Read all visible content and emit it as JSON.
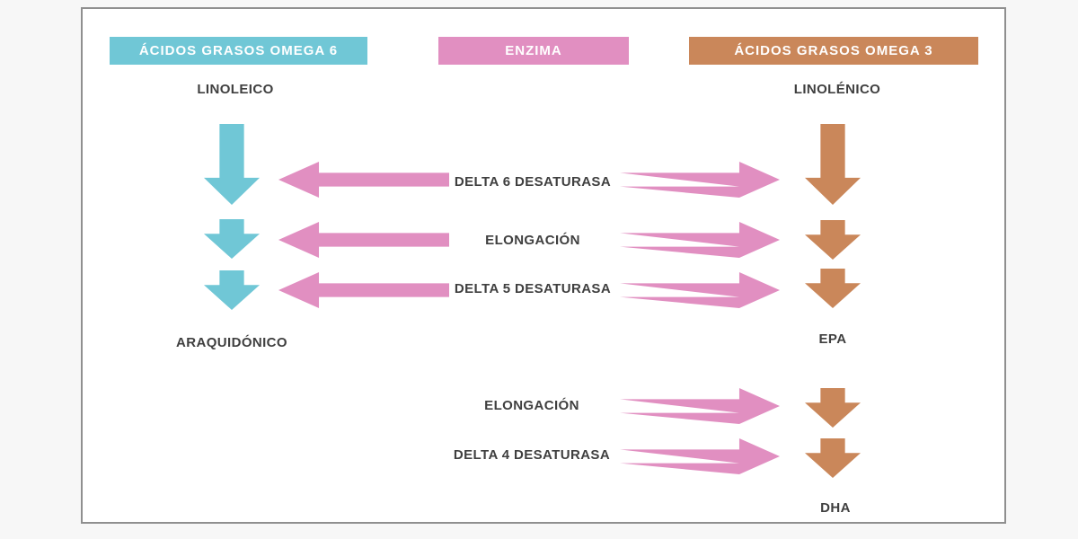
{
  "colors": {
    "omega6": "#70c7d6",
    "enzyme": "#e18fc1",
    "omega3": "#ca875a",
    "text": "#3f3f3f",
    "frame_border": "#8f8f8f",
    "page_bg": "#f7f7f7"
  },
  "headers": {
    "omega6": "ÁCIDOS GRASOS OMEGA 6",
    "enzyme": "ENZIMA",
    "omega3": "ÁCIDOS GRASOS OMEGA 3"
  },
  "omega6_pathway": {
    "start": "LINOLEICO",
    "end": "ARAQUIDÓNICO"
  },
  "omega3_pathway": {
    "start": "LINOLÉNICO",
    "middle": "EPA",
    "end": "DHA"
  },
  "enzyme_rows": [
    {
      "label": "DELTA 6 DESATURASA"
    },
    {
      "label": "ELONGACIÓN"
    },
    {
      "label": "DELTA 5 DESATURASA"
    },
    {
      "label": "ELONGACIÓN"
    },
    {
      "label": "DELTA 4 DESATURASA"
    }
  ]
}
